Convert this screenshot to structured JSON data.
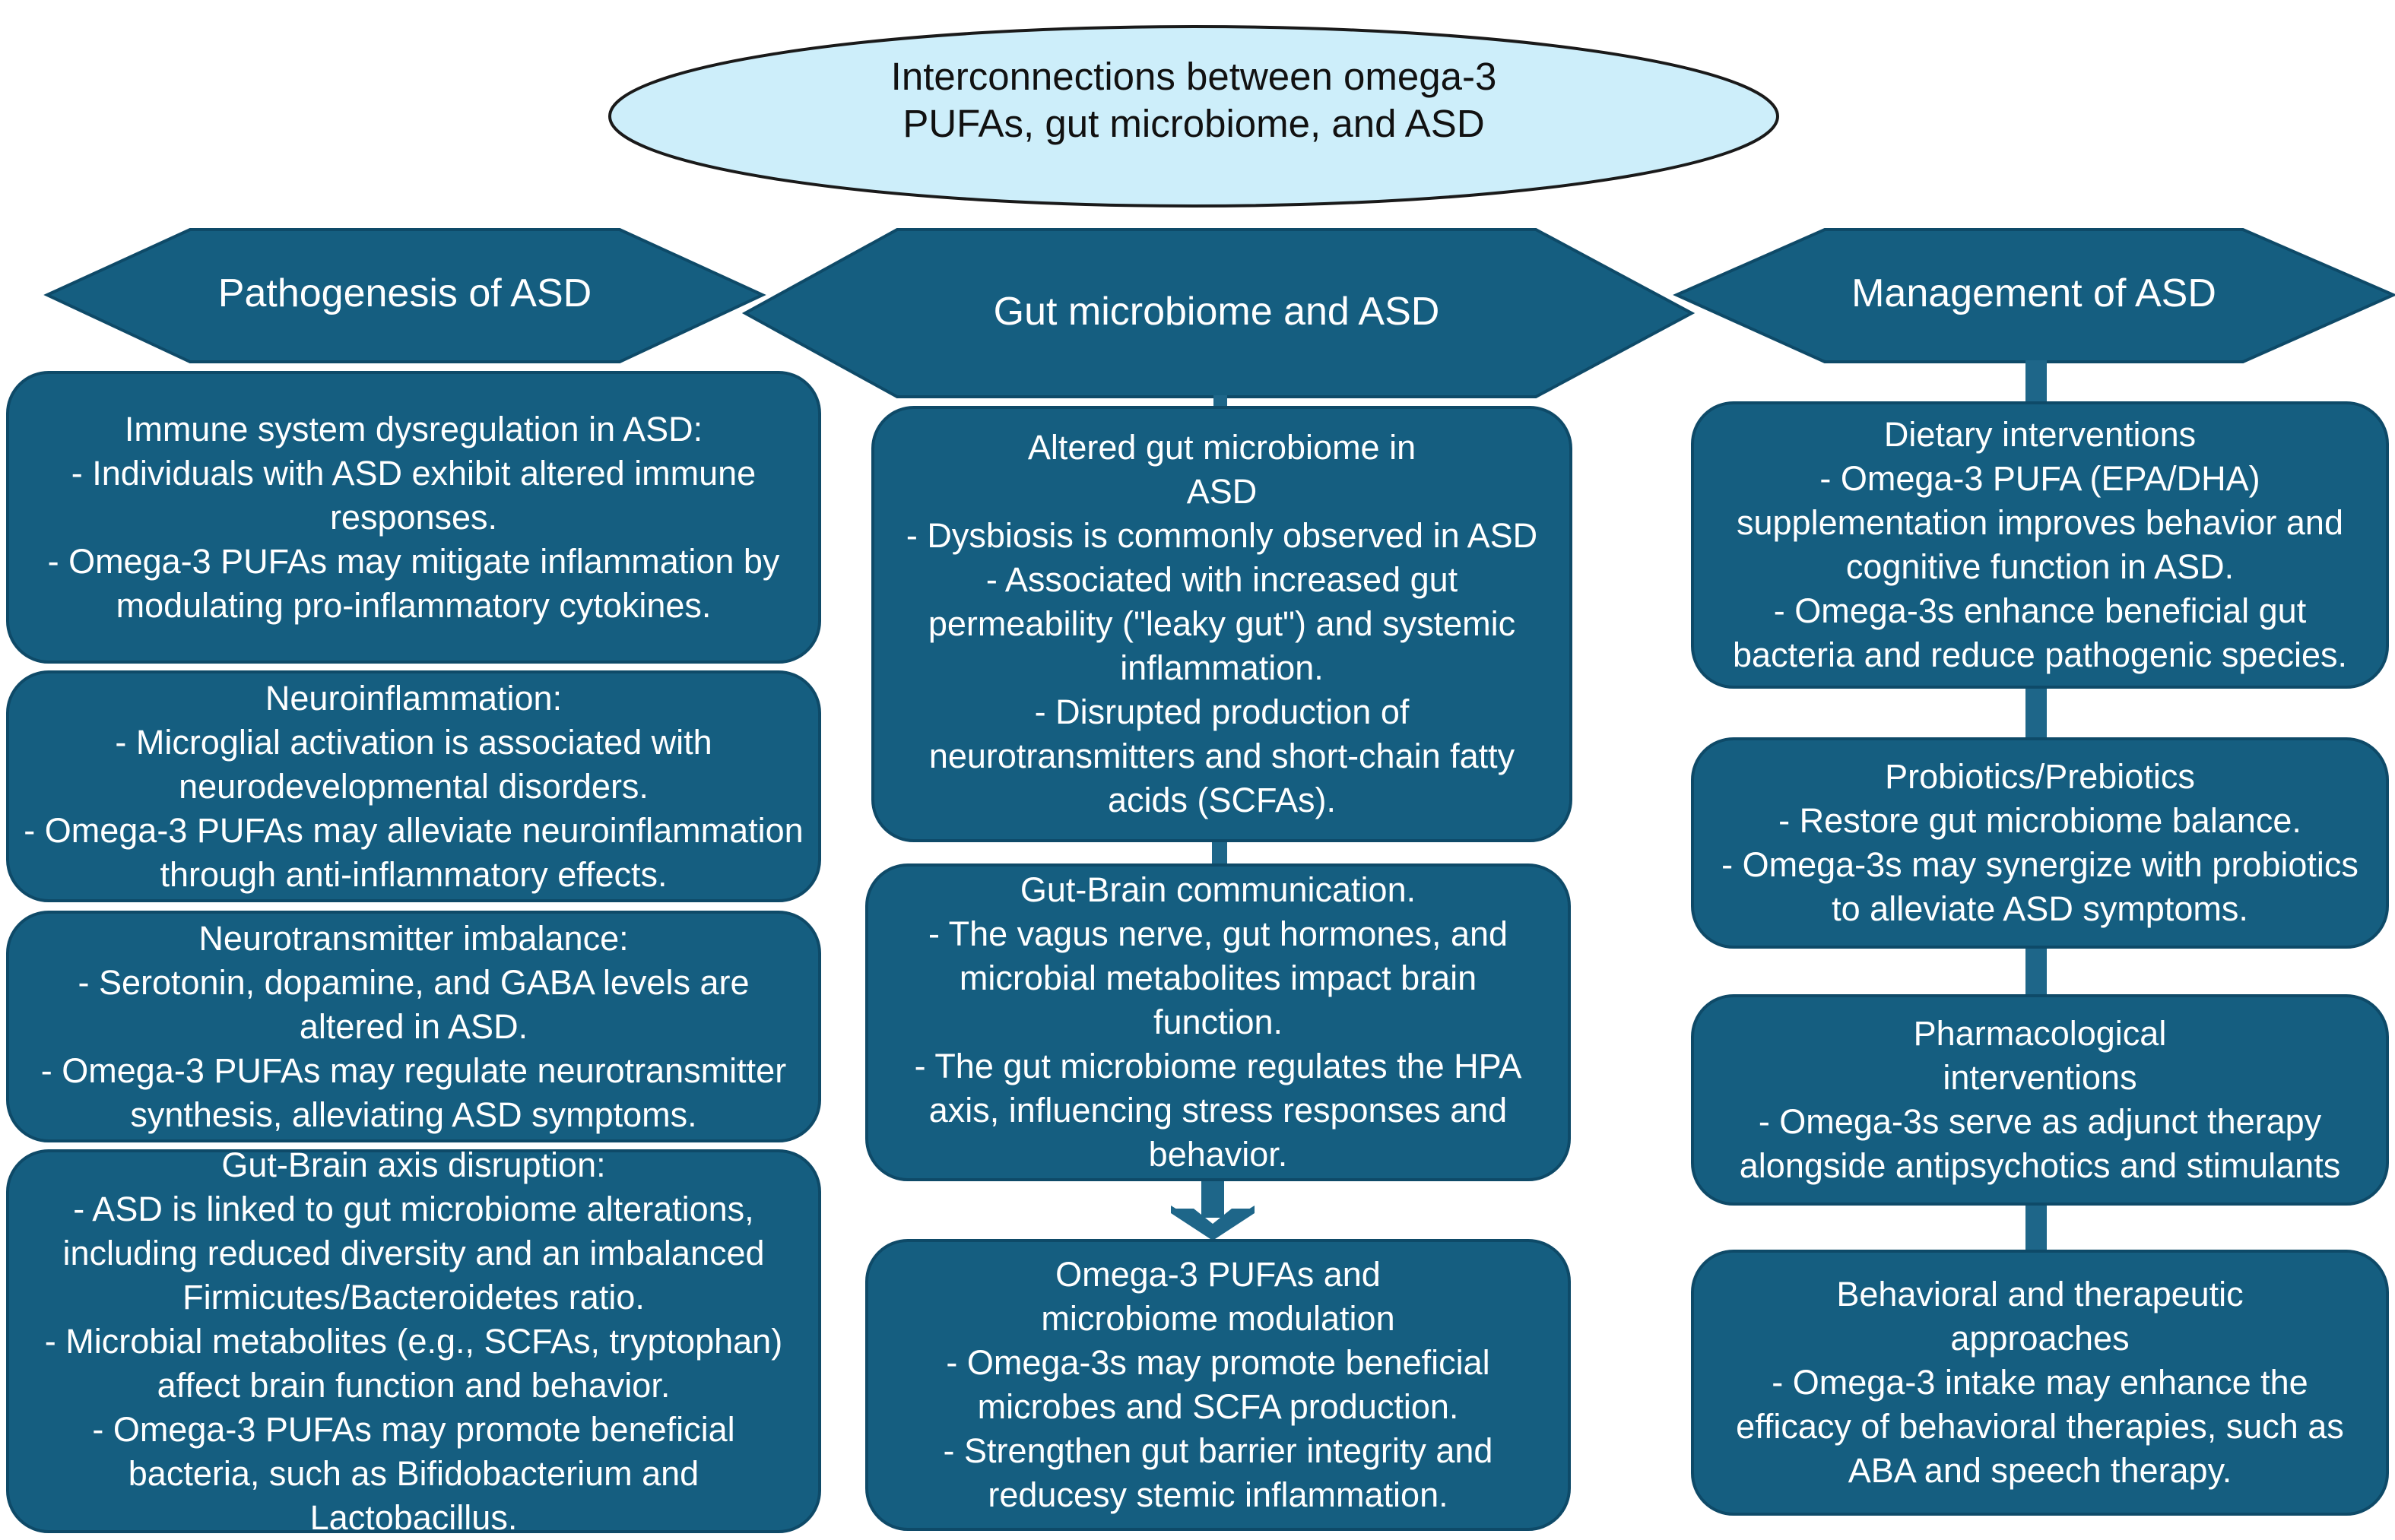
{
  "title": {
    "line1": "Interconnections between omega-3",
    "line2": "PUFAs, gut microbiome, and ASD"
  },
  "colors": {
    "box_fill": "#155e80",
    "box_border": "#0e4a68",
    "title_fill": "#cdeefa",
    "text": "#ffffff"
  },
  "columns": {
    "left": {
      "header": "Pathogenesis of ASD",
      "boxes": [
        {
          "lines": [
            "Immune system dysregulation in ASD:",
            "- Individuals with ASD exhibit altered immune",
            "responses.",
            "- Omega-3 PUFAs may mitigate inflammation by",
            "modulating pro-inflammatory cytokines."
          ]
        },
        {
          "lines": [
            "Neuroinflammation:",
            "- Microglial activation is associated with",
            "neurodevelopmental disorders.",
            "- Omega-3 PUFAs may alleviate neuroinflammation",
            "through anti-inflammatory effects."
          ]
        },
        {
          "lines": [
            "Neurotransmitter imbalance:",
            "- Serotonin, dopamine, and GABA levels are",
            "altered in ASD.",
            "- Omega-3 PUFAs may regulate neurotransmitter",
            "synthesis, alleviating ASD symptoms."
          ]
        },
        {
          "lines": [
            "Gut-Brain axis disruption:",
            "- ASD is linked to gut microbiome alterations,",
            "including reduced diversity and an imbalanced",
            "Firmicutes/Bacteroidetes ratio.",
            "- Microbial metabolites (e.g., SCFAs, tryptophan)",
            "affect brain function and behavior.",
            "- Omega-3 PUFAs may promote beneficial",
            "bacteria, such as Bifidobacterium and",
            "Lactobacillus."
          ]
        }
      ]
    },
    "middle": {
      "header": "Gut microbiome and ASD",
      "boxes": [
        {
          "lines": [
            "Altered gut microbiome in",
            "ASD",
            "- Dysbiosis is commonly observed in ASD",
            "- Associated with increased gut",
            "permeability (\"leaky gut\") and systemic",
            "inflammation.",
            "- Disrupted production of",
            "neurotransmitters and short-chain fatty",
            "acids (SCFAs)."
          ]
        },
        {
          "lines": [
            "Gut-Brain communication.",
            "- The vagus nerve, gut hormones, and",
            "microbial metabolites impact brain",
            "function.",
            "- The gut microbiome regulates the HPA",
            "axis, influencing stress responses and",
            "behavior."
          ]
        },
        {
          "lines": [
            "Omega-3 PUFAs and",
            "microbiome modulation",
            "- Omega-3s may promote beneficial",
            "microbes and SCFA production.",
            "- Strengthen gut barrier integrity and",
            "reducesy stemic inflammation."
          ]
        }
      ]
    },
    "right": {
      "header": "Management of ASD",
      "boxes": [
        {
          "lines": [
            "Dietary interventions",
            "- Omega-3 PUFA (EPA/DHA)",
            "supplementation improves behavior and",
            "cognitive function in ASD.",
            "- Omega-3s enhance beneficial gut",
            "bacteria and reduce pathogenic species."
          ]
        },
        {
          "lines": [
            "Probiotics/Prebiotics",
            "- Restore gut microbiome balance.",
            "- Omega-3s may synergize with probiotics",
            "to alleviate ASD symptoms."
          ]
        },
        {
          "lines": [
            "Pharmacological",
            "interventions",
            "- Omega-3s serve as adjunct therapy",
            "alongside antipsychotics and stimulants"
          ]
        },
        {
          "lines": [
            "Behavioral and therapeutic",
            "approaches",
            "- Omega-3 intake may enhance the",
            "efficacy of behavioral therapies, such as",
            "ABA  and speech therapy."
          ]
        }
      ]
    }
  }
}
